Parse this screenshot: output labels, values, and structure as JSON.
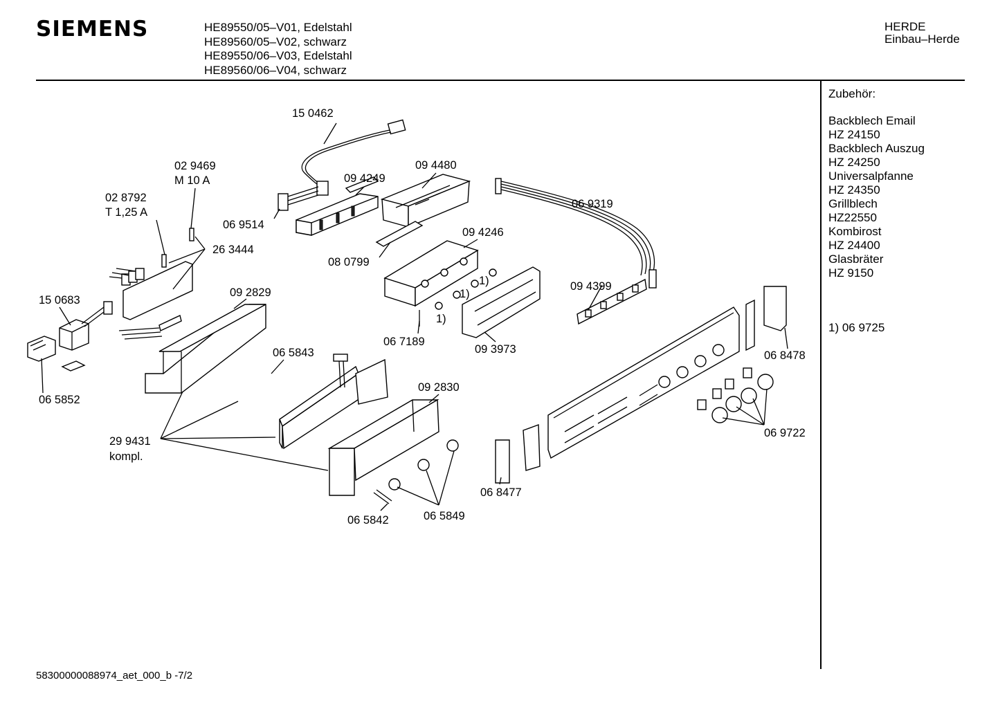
{
  "header": {
    "brand": "SIEMENS",
    "models": [
      "HE89550/05–V01, Edelstahl",
      "HE89560/05–V02, schwarz",
      "HE89550/06–V03, Edelstahl",
      "HE89560/06–V04, schwarz"
    ],
    "category": "HERDE",
    "subcategory": "Einbau–Herde"
  },
  "accessories": {
    "heading": "Zubehör:",
    "items": [
      {
        "name": "Backblech Email",
        "code": "HZ 24150"
      },
      {
        "name": "Backblech Auszug",
        "code": "HZ 24250"
      },
      {
        "name": "Universalpfanne",
        "code": "HZ 24350"
      },
      {
        "name": "Grillblech",
        "code": "HZ22550"
      },
      {
        "name": "Kombirost",
        "code": "HZ 24400"
      },
      {
        "name": "Glasbräter",
        "code": "HZ 9150"
      }
    ],
    "footnote": "1)  06 9725"
  },
  "parts": [
    "15 0462",
    "02 9469",
    "M 10 A",
    "09 4249",
    "09 4480",
    "02 8792",
    "T 1,25 A",
    "06 9514",
    "06 9319",
    "26 3444",
    "08 0799",
    "09 4246",
    "15 0683",
    "09 2829",
    "09 4399",
    "1)",
    "1)",
    "1)",
    "06 7189",
    "09 3973",
    "06 8478",
    "06 5843",
    "06 5852",
    "09 2830",
    "29 9431",
    "kompl.",
    "06 9722",
    "06 8477",
    "06 5842",
    "06 5849"
  ],
  "footer": "58300000088974_aet_000_b -7/2"
}
